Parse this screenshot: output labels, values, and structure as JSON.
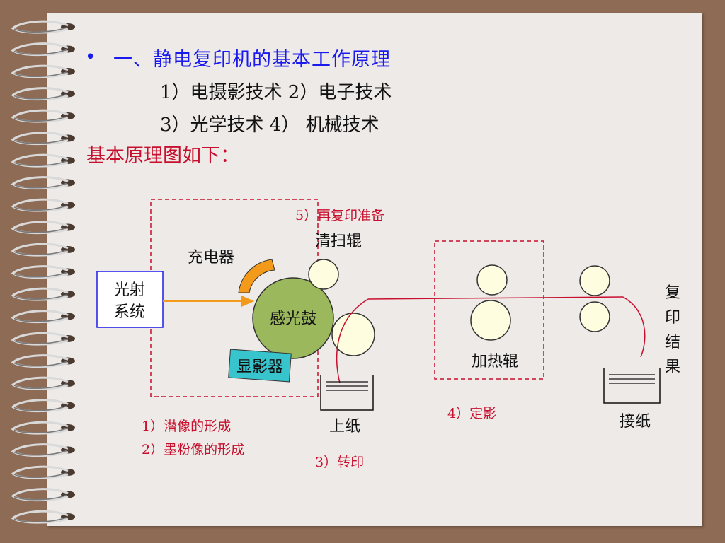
{
  "slide": {
    "bullet": "•",
    "title": "一、静电复印机的基本工作原理",
    "line1": "1）电摄影技术 2）电子技术",
    "line2": "3）光学技术 4） 机械技术",
    "heading": "基本原理图如下："
  },
  "diagram": {
    "light_system": [
      "光射",
      "系统"
    ],
    "charger": "充电器",
    "drum": "感光鼓",
    "developer": "显影器",
    "cleaning_roller": "清扫辊",
    "step5": "5）再复印准备",
    "heating_roller": "加热辊",
    "result": [
      "复",
      "印",
      "结",
      "果"
    ],
    "paper_feed": "上纸",
    "paper_receive": "接纸",
    "step1": "1）潜像的形成",
    "step2": "2）墨粉像的形成",
    "step3": "3）转印",
    "step4": "4）定影"
  },
  "colors": {
    "title_blue": "#1a1aee",
    "accent_red": "#c8102e",
    "drum_green": "#9bb85c",
    "charger_orange": "#f39a1a",
    "developer_cyan": "#38c4cc",
    "roller_fill": "#fffde0"
  }
}
